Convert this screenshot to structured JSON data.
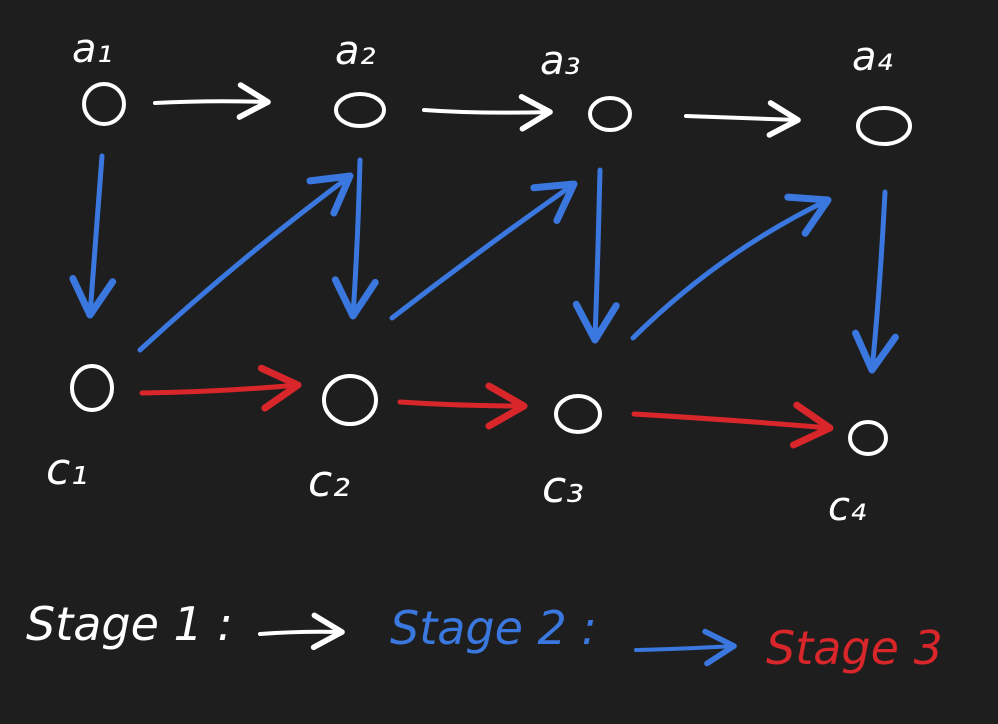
{
  "colors": {
    "background": "#1e1e1e",
    "stage1": "#ffffff",
    "stage2": "#3a78e0",
    "stage3": "#d8262a"
  },
  "nodes": {
    "a1": "a₁",
    "a2": "a₂",
    "a3": "a₃",
    "a4": "a₄",
    "c1": "c₁",
    "c2": "c₂",
    "c3": "c₃",
    "c4": "c₄"
  },
  "legend": {
    "stage1": "Stage 1 :",
    "stage2": "Stage 2 :",
    "stage3": "Stage 3"
  }
}
